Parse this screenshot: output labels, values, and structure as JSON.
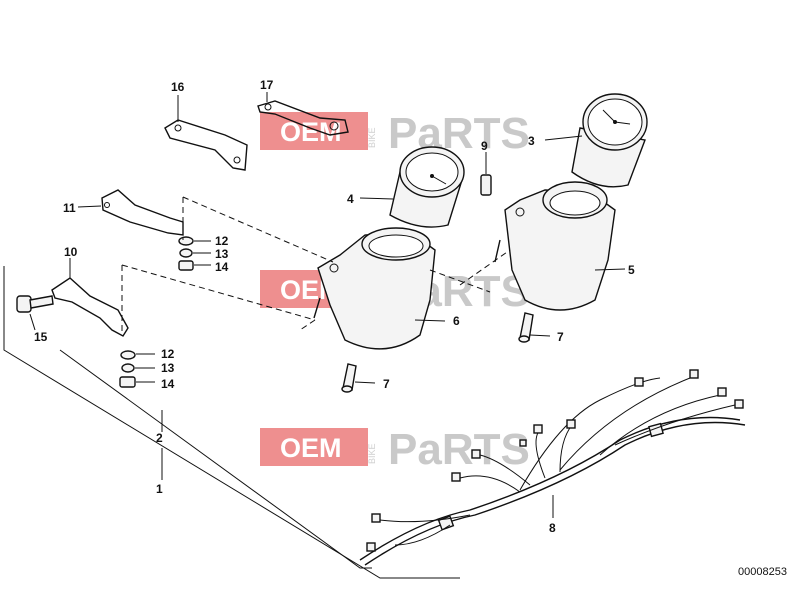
{
  "watermark": {
    "oem": "OEM",
    "bike": "BIKE",
    "parts": "PaRTS",
    "color": "#e86a6a"
  },
  "diagram_code": "00008253",
  "callouts": [
    "1",
    "2",
    "3",
    "4",
    "5",
    "6",
    "7",
    "7",
    "8",
    "9",
    "10",
    "11",
    "12",
    "13",
    "14",
    "12",
    "13",
    "14",
    "15",
    "16",
    "17"
  ]
}
